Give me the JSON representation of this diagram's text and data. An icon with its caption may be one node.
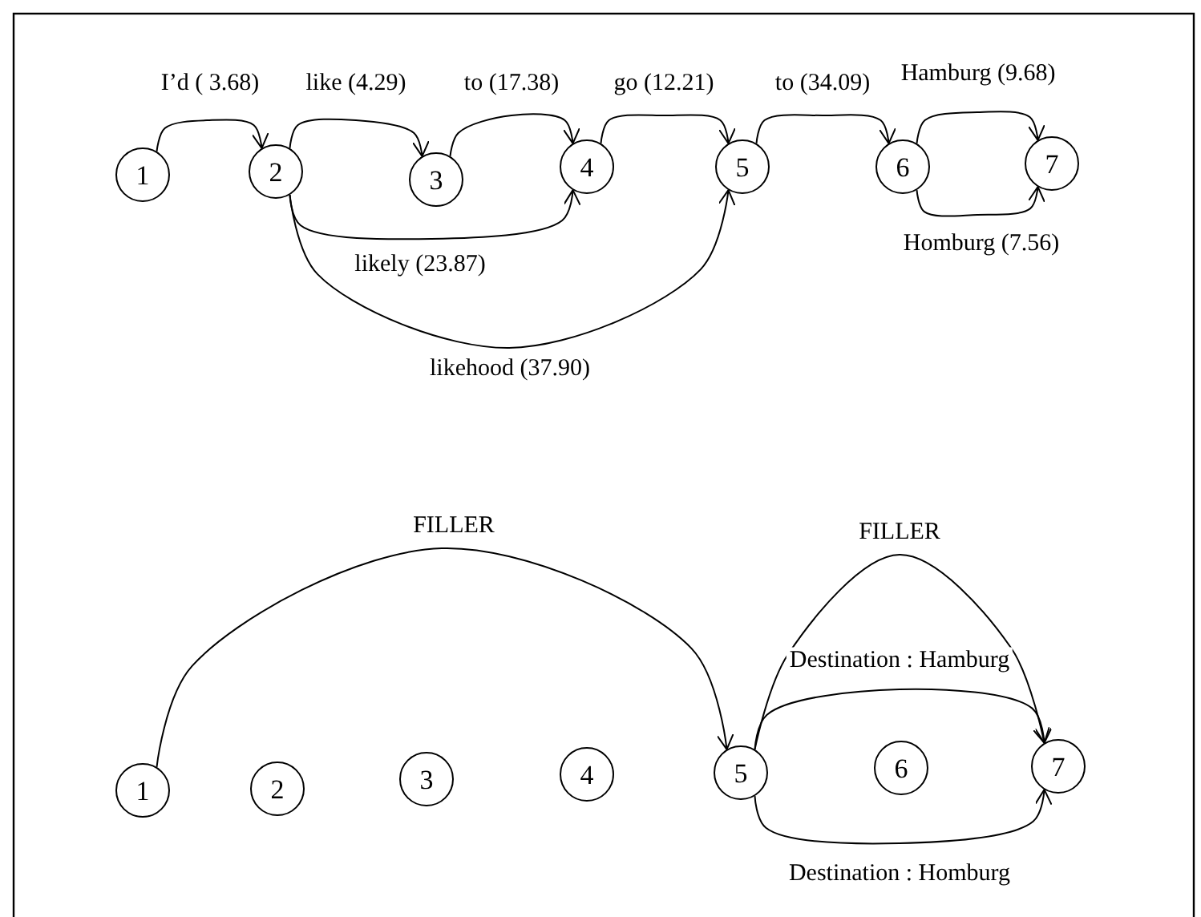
{
  "diagram": {
    "nodes": [
      {
        "text": [
          "1"
        ]
      },
      {
        "text": [
          "2"
        ]
      },
      {
        "text": [
          "3"
        ]
      },
      {
        "text": [
          "4"
        ]
      },
      {
        "text": [
          "5"
        ]
      },
      {
        "text": [
          "6"
        ]
      },
      {
        "text": [
          "7"
        ]
      },
      {
        "text": [
          "1"
        ]
      },
      {
        "text": [
          "2"
        ]
      },
      {
        "text": [
          "3"
        ]
      },
      {
        "text": [
          "4"
        ]
      },
      {
        "text": [
          "5"
        ]
      },
      {
        "text": [
          "6"
        ]
      },
      {
        "text": [
          "7"
        ]
      }
    ],
    "edges": [
      {
        "from": 0,
        "to": 1,
        "arrow": "to",
        "label": "I’d ( 3.68)"
      },
      {
        "from": 1,
        "to": 2,
        "arrow": "to",
        "label": "like (4.29)"
      },
      {
        "from": 2,
        "to": 3,
        "arrow": "to",
        "label": "to (17.38)"
      },
      {
        "from": 3,
        "to": 4,
        "arrow": "to",
        "label": "go (12.21)"
      },
      {
        "from": 4,
        "to": 5,
        "arrow": "to",
        "label": "to (34.09)"
      },
      {
        "from": 5,
        "to": 6,
        "arrow": "to",
        "label": "Hamburg (9.68)"
      },
      {
        "from": 5,
        "to": 6,
        "arrow": "to",
        "label": "Homburg (7.56)"
      },
      {
        "from": 1,
        "to": 3,
        "arrow": "to",
        "label": "likely (23.87)"
      },
      {
        "from": 1,
        "to": 4,
        "arrow": "to",
        "label": "likehood (37.90)"
      },
      {
        "from": 7,
        "to": 11,
        "arrow": "to",
        "label": "FILLER"
      },
      {
        "from": 11,
        "to": 13,
        "arrow": "to",
        "label": "FILLER"
      },
      {
        "from": 11,
        "to": 13,
        "arrow": "to",
        "label": "Destination : Hamburg"
      },
      {
        "from": 11,
        "to": 13,
        "arrow": "to",
        "label": "Destination : Homburg"
      }
    ]
  }
}
